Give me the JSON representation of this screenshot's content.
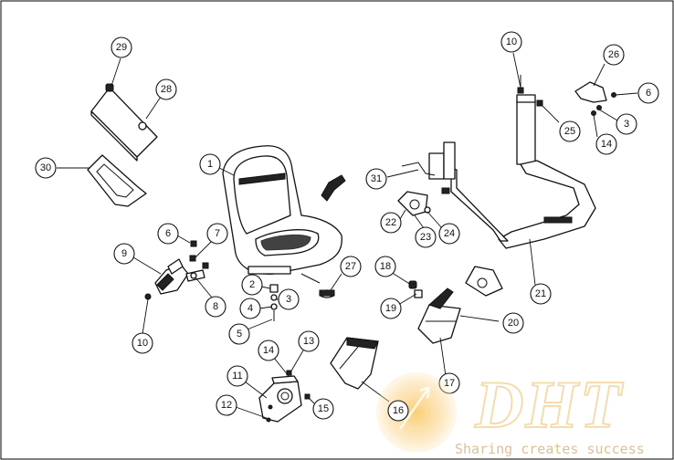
{
  "diagram": {
    "callouts": [
      "1",
      "2",
      "3",
      "4",
      "5",
      "6",
      "7",
      "8",
      "9",
      "10",
      "11",
      "12",
      "13",
      "14",
      "15",
      "16",
      "17",
      "18",
      "19",
      "20",
      "21",
      "22",
      "23",
      "24",
      "25",
      "26",
      "27",
      "28",
      "29",
      "30",
      "31",
      "10",
      "6",
      "3",
      "14"
    ]
  },
  "watermark": {
    "logo_text": "DHT",
    "slogan": "Sharing creates success",
    "brand_color": "#f5a623"
  }
}
